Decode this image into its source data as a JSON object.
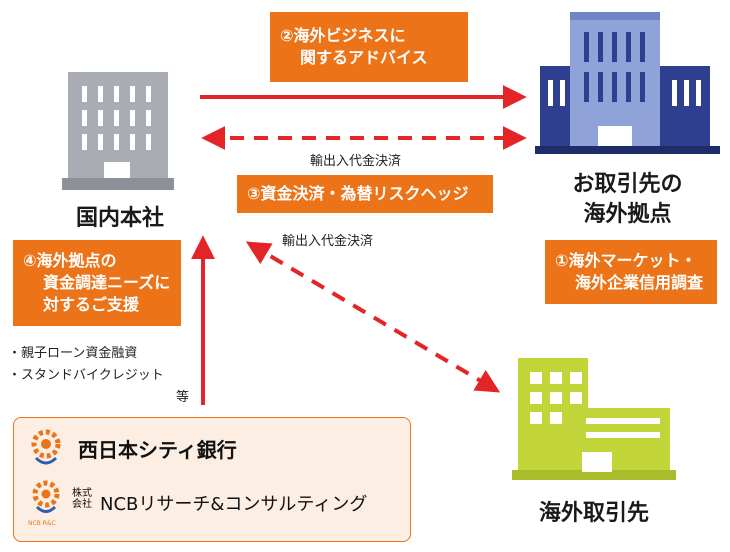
{
  "nodes": {
    "hq": "国内本社",
    "overseas_base": [
      "お取引先の",
      "海外拠点"
    ],
    "overseas_partner": "海外取引先"
  },
  "services": {
    "s2": [
      "②海外ビジネスに",
      "関するアドバイス"
    ],
    "s3": "③資金決済・為替リスクヘッジ",
    "s4": [
      "④海外拠点の",
      "資金調達ニーズに",
      "対するご支援"
    ],
    "s1": [
      "①海外マーケット・",
      "海外企業信用調査"
    ]
  },
  "flow_labels": {
    "settlement_1": "輸出入代金決済",
    "settlement_2": "輸出入代金決済"
  },
  "support_notes": [
    "・親子ローン資金融資",
    "・スタンドバイクレジット",
    "等"
  ],
  "banks": {
    "bank1": "西日本シティ銀行",
    "bank2_prefix": [
      "株式",
      "会社"
    ],
    "bank2": "NCBリサーチ&コンサルティング",
    "logo_caption": "NCB R&C"
  },
  "colors": {
    "accent": "#ec7318",
    "arrow": "#e32527",
    "building_blue": "#2e3f8f",
    "building_gray": "#a9adb3",
    "building_green": "#c2d63a",
    "bank_bg": "#fdeee3"
  }
}
